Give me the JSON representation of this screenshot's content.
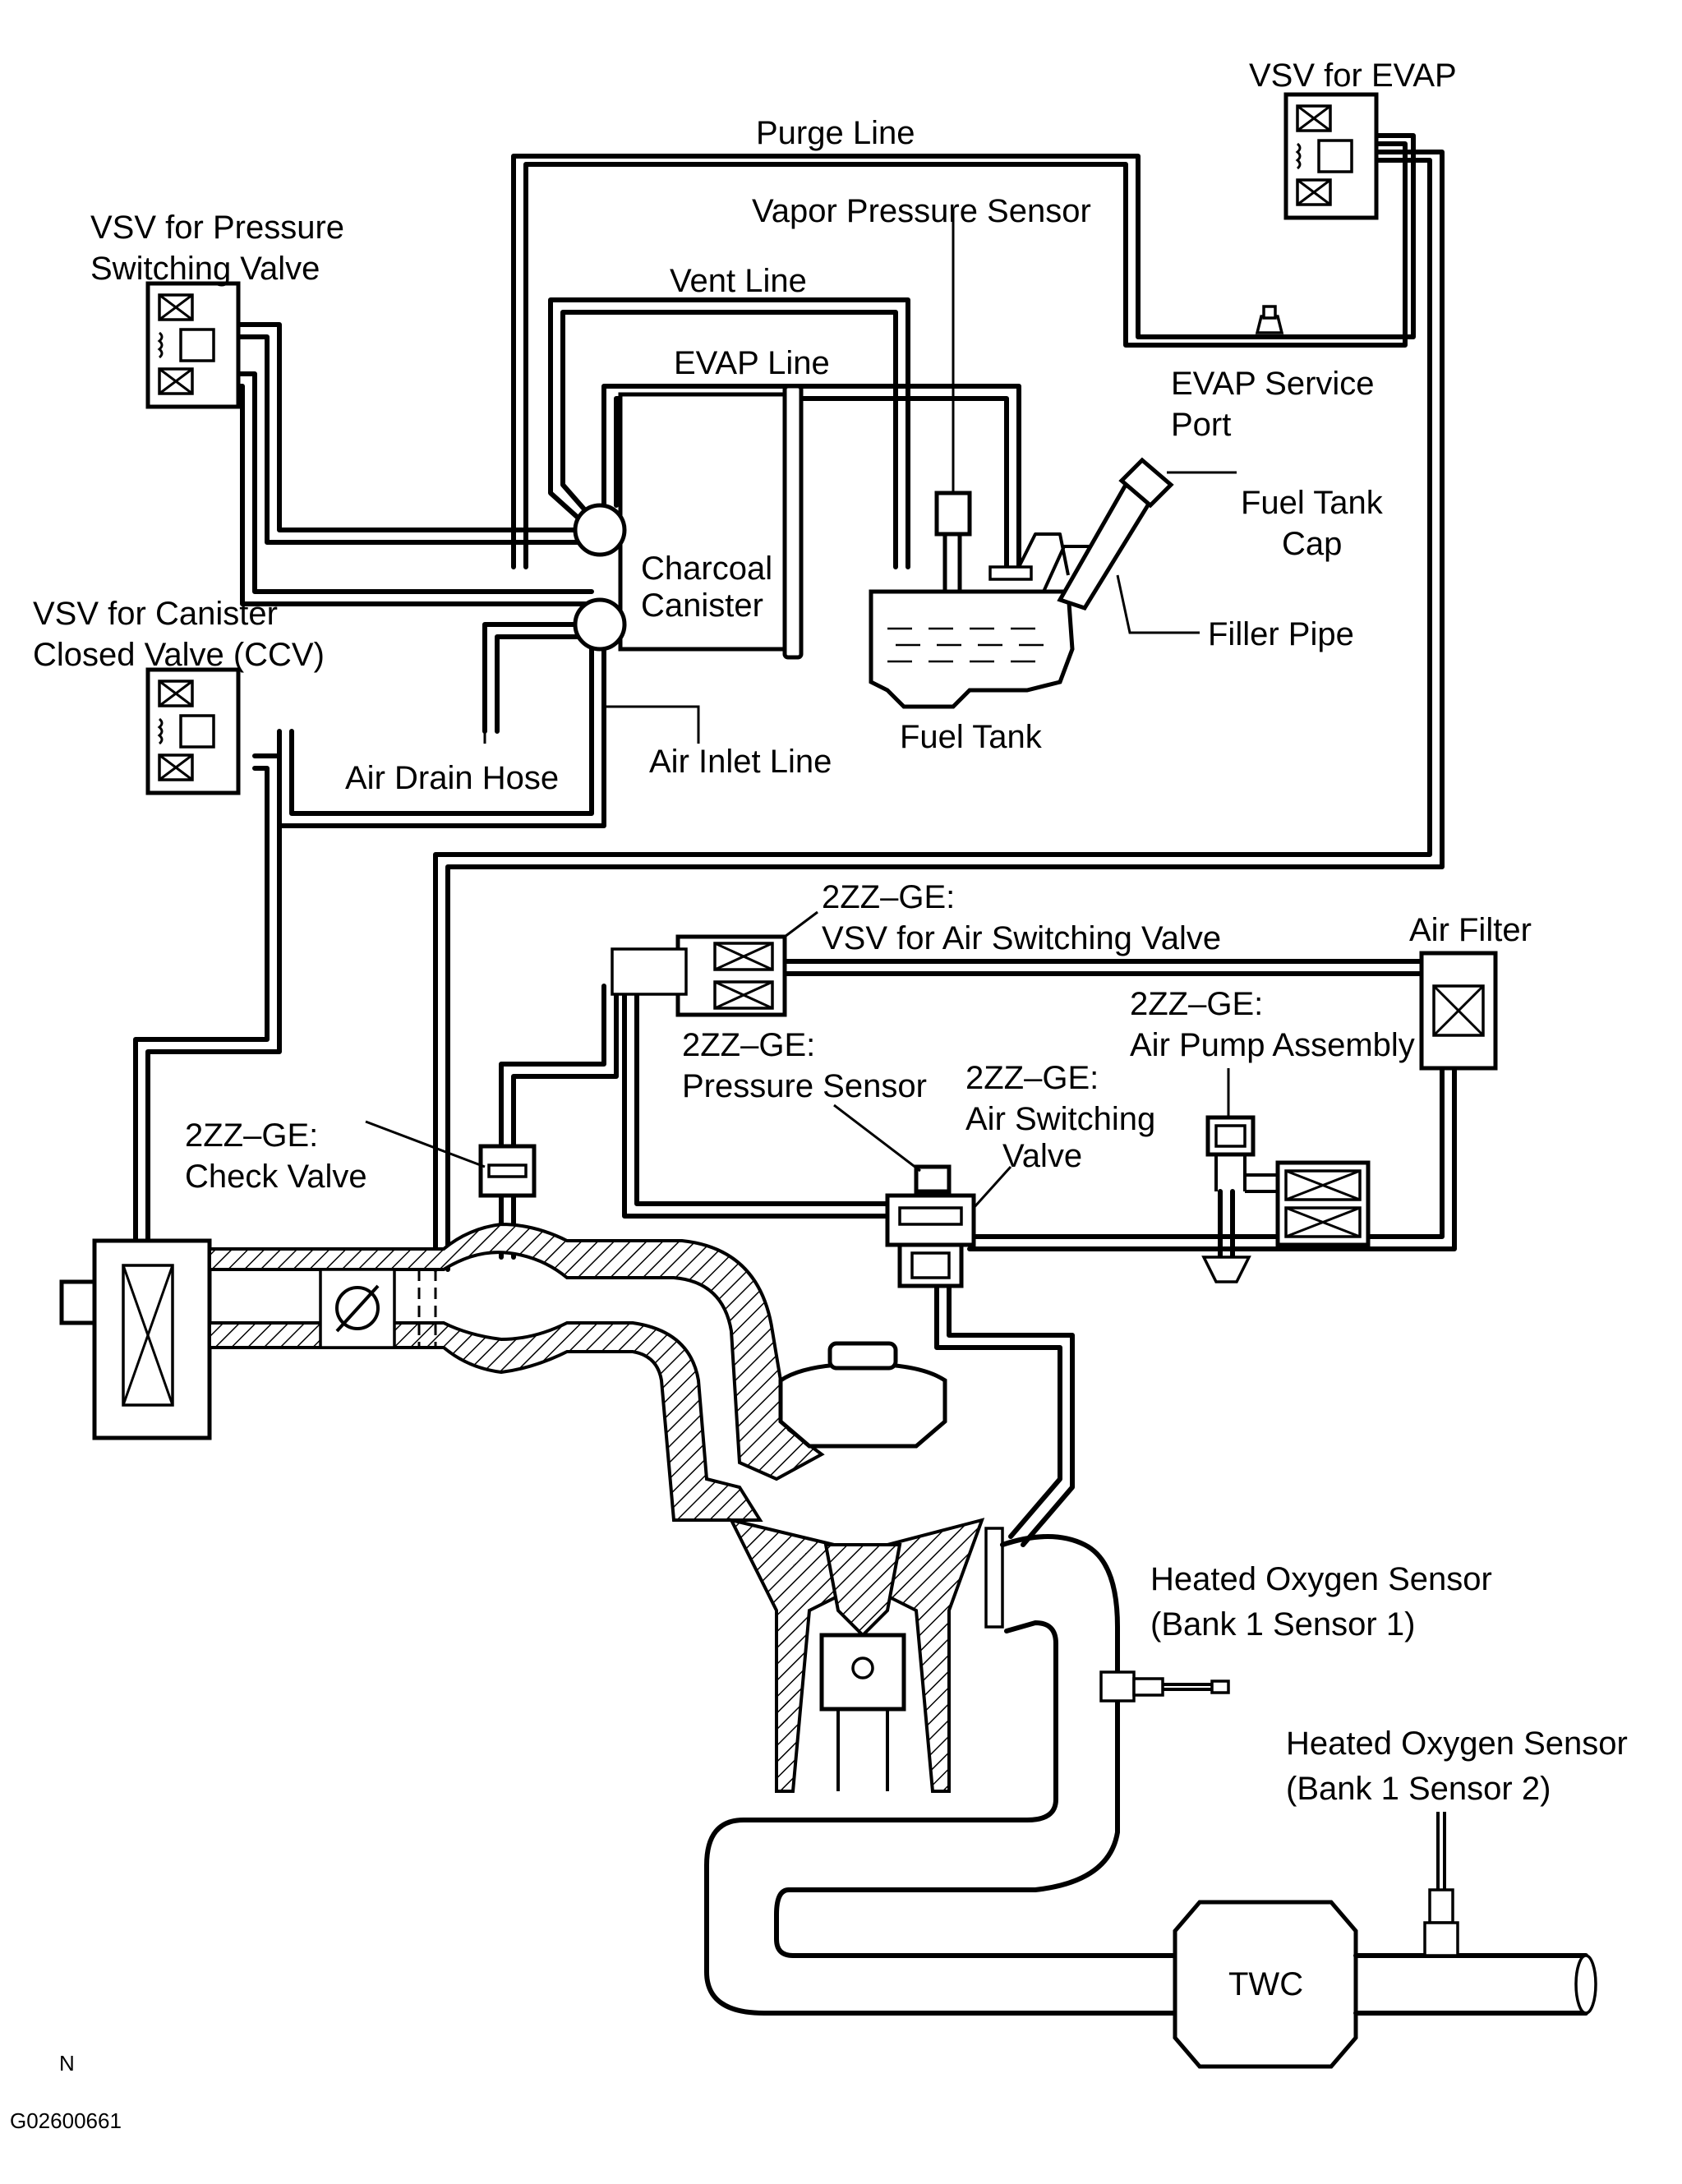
{
  "labels": {
    "vsv_evap": "VSV for EVAP",
    "purge_line": "Purge Line",
    "vapor_pressure_sensor": "Vapor Pressure Sensor",
    "vsv_pressure_1": "VSV for Pressure",
    "vsv_pressure_2": "Switching Valve",
    "vent_line": "Vent Line",
    "evap_line": "EVAP Line",
    "evap_service_1": "EVAP Service",
    "evap_service_2": "Port",
    "fuel_tank_cap_1": "Fuel Tank",
    "fuel_tank_cap_2": "Cap",
    "charcoal_1": "Charcoal",
    "charcoal_2": "Canister",
    "vsv_ccv_1": "VSV for Canister",
    "vsv_ccv_2": "Closed Valve (CCV)",
    "filler_pipe": "Filler Pipe",
    "fuel_tank": "Fuel Tank",
    "air_drain_hose": "Air Drain Hose",
    "air_inlet_line": "Air Inlet Line",
    "vsv_air_sw_1": "2ZZ–GE:",
    "vsv_air_sw_2": "VSV for Air Switching Valve",
    "air_filter": "Air Filter",
    "air_pump_1": "2ZZ–GE:",
    "air_pump_2": "Air Pump Assembly",
    "pressure_sensor_1": "2ZZ–GE:",
    "pressure_sensor_2": "Pressure Sensor",
    "air_sw_valve_1": "2ZZ–GE:",
    "air_sw_valve_2": "Air  Switching",
    "air_sw_valve_3": "Valve",
    "check_valve_1": "2ZZ–GE:",
    "check_valve_2": "Check Valve",
    "ho2s_1_a": "Heated Oxygen Sensor",
    "ho2s_1_b": "(Bank 1 Sensor 1)",
    "ho2s_2_a": "Heated Oxygen Sensor",
    "ho2s_2_b": "(Bank 1 Sensor 2)",
    "twc": "TWC",
    "corner_n": "N",
    "figure_code": "G02600661"
  }
}
